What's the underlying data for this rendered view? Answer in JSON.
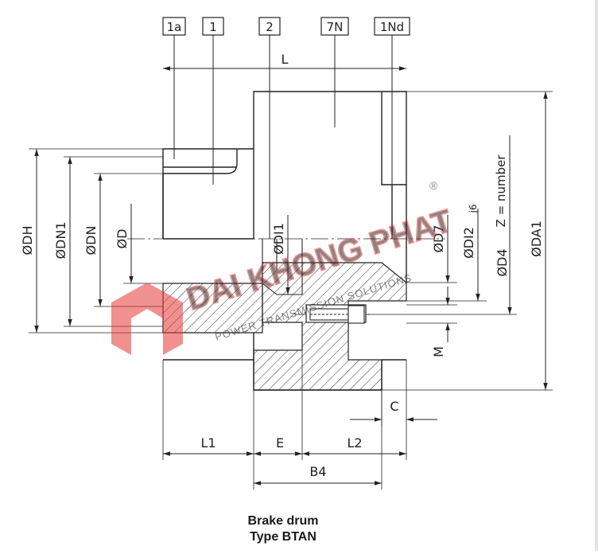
{
  "callouts": [
    "1a",
    "1",
    "2",
    "7N",
    "1Nd"
  ],
  "dims": {
    "L": "L",
    "DH": "ØDH",
    "DN1": "ØDN1",
    "DN": "ØDN",
    "D": "ØD",
    "DI1": "ØDI1",
    "D7": "ØD7",
    "DI2": "ØDI2",
    "DI2_sub": "j6",
    "D4": "ØD4",
    "Z": "Z = number",
    "DA1": "ØDA1",
    "M": "M",
    "C": "C",
    "L1": "L1",
    "E": "E",
    "L2": "L2",
    "B4": "B4"
  },
  "watermark": {
    "brand": "DAI KHONG PHAT",
    "reg": "®",
    "tagline": "POWER TRANSMISSION SOLUTIONS",
    "color": "#e53935"
  },
  "caption": {
    "line1": "Brake drum",
    "line2": "Type BTAN"
  },
  "colors": {
    "line": "#222222",
    "hatch": "#333333"
  }
}
